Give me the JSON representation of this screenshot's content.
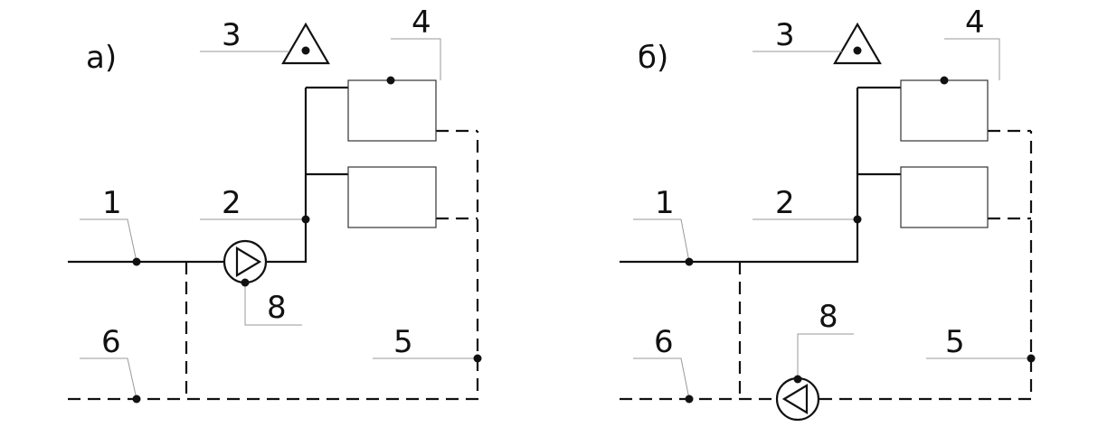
{
  "schemes": [
    {
      "title": "а)",
      "labels": {
        "l1": "1",
        "l2": "2",
        "l3": "3",
        "l4": "4",
        "l5": "5",
        "l6": "6",
        "l8": "8"
      }
    },
    {
      "title": "б)",
      "labels": {
        "l1": "1",
        "l2": "2",
        "l3": "3",
        "l4": "4",
        "l5": "5",
        "l6": "6",
        "l8": "8"
      }
    }
  ]
}
